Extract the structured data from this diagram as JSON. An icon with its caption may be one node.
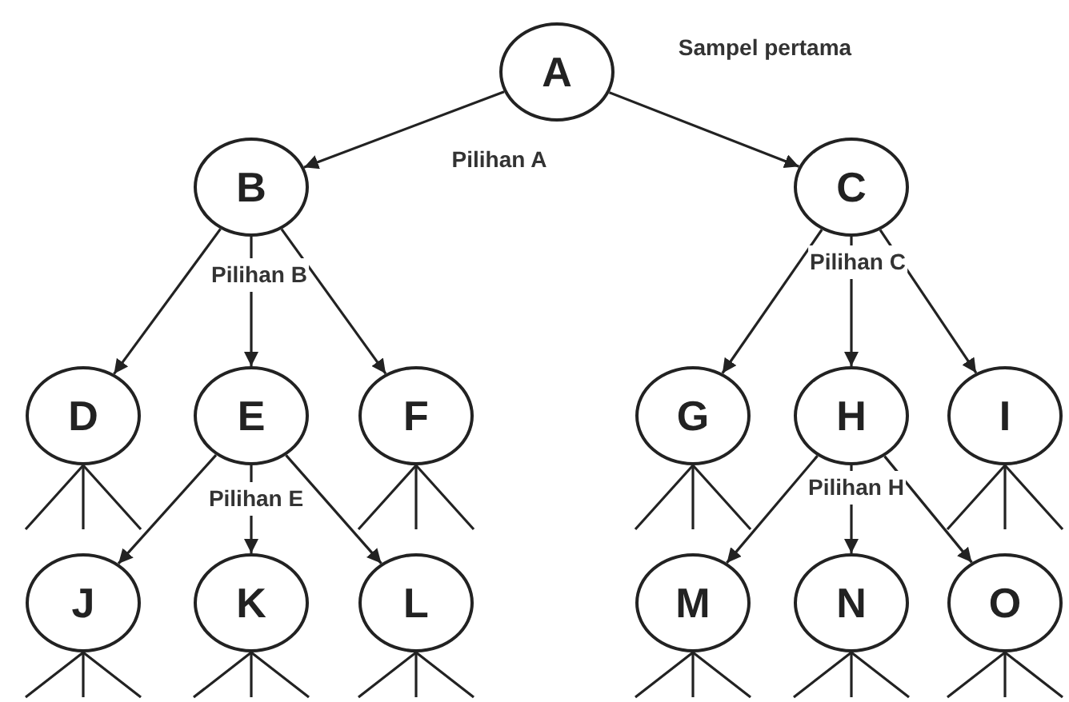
{
  "diagram": {
    "nodes": [
      {
        "text": [
          "A"
        ]
      },
      {
        "text": [
          "B"
        ]
      },
      {
        "text": [
          "C"
        ]
      },
      {
        "text": [
          "D"
        ]
      },
      {
        "text": [
          "E"
        ]
      },
      {
        "text": [
          "F"
        ]
      },
      {
        "text": [
          "G"
        ]
      },
      {
        "text": [
          "H"
        ]
      },
      {
        "text": [
          "I"
        ]
      },
      {
        "text": [
          "J"
        ]
      },
      {
        "text": [
          "K"
        ]
      },
      {
        "text": [
          "L"
        ]
      },
      {
        "text": [
          "M"
        ]
      },
      {
        "text": [
          "N"
        ]
      },
      {
        "text": [
          "O"
        ]
      }
    ],
    "edges": [
      {
        "from": 0,
        "to": 1,
        "arrow": "to"
      },
      {
        "from": 0,
        "to": 2,
        "arrow": "to"
      },
      {
        "from": 1,
        "to": 3,
        "arrow": "to"
      },
      {
        "from": 1,
        "to": 4,
        "arrow": "to"
      },
      {
        "from": 1,
        "to": 5,
        "arrow": "to"
      },
      {
        "from": 2,
        "to": 6,
        "arrow": "to"
      },
      {
        "from": 2,
        "to": 7,
        "arrow": "to"
      },
      {
        "from": 2,
        "to": 8,
        "arrow": "to"
      },
      {
        "from": 4,
        "to": 9,
        "arrow": "to"
      },
      {
        "from": 4,
        "to": 10,
        "arrow": "to"
      },
      {
        "from": 4,
        "to": 11,
        "arrow": "to"
      },
      {
        "from": 7,
        "to": 12,
        "arrow": "to"
      },
      {
        "from": 7,
        "to": 13,
        "arrow": "to"
      },
      {
        "from": 7,
        "to": 14,
        "arrow": "to"
      },
      {
        "from": 3,
        "to": null,
        "arrow": "none"
      },
      {
        "from": 3,
        "to": null,
        "arrow": "none"
      },
      {
        "from": 3,
        "to": null,
        "arrow": "none"
      },
      {
        "from": 5,
        "to": null,
        "arrow": "none"
      },
      {
        "from": 5,
        "to": null,
        "arrow": "none"
      },
      {
        "from": 5,
        "to": null,
        "arrow": "none"
      },
      {
        "from": 6,
        "to": null,
        "arrow": "none"
      },
      {
        "from": 6,
        "to": null,
        "arrow": "none"
      },
      {
        "from": 6,
        "to": null,
        "arrow": "none"
      },
      {
        "from": 8,
        "to": null,
        "arrow": "none"
      },
      {
        "from": 8,
        "to": null,
        "arrow": "none"
      },
      {
        "from": 8,
        "to": null,
        "arrow": "none"
      },
      {
        "from": 9,
        "to": null,
        "arrow": "none"
      },
      {
        "from": 9,
        "to": null,
        "arrow": "none"
      },
      {
        "from": 9,
        "to": null,
        "arrow": "none"
      },
      {
        "from": 10,
        "to": null,
        "arrow": "none"
      },
      {
        "from": 10,
        "to": null,
        "arrow": "none"
      },
      {
        "from": 10,
        "to": null,
        "arrow": "none"
      },
      {
        "from": 11,
        "to": null,
        "arrow": "none"
      },
      {
        "from": 11,
        "to": null,
        "arrow": "none"
      },
      {
        "from": 11,
        "to": null,
        "arrow": "none"
      },
      {
        "from": 12,
        "to": null,
        "arrow": "none"
      },
      {
        "from": 12,
        "to": null,
        "arrow": "none"
      },
      {
        "from": 12,
        "to": null,
        "arrow": "none"
      },
      {
        "from": 13,
        "to": null,
        "arrow": "none"
      },
      {
        "from": 13,
        "to": null,
        "arrow": "none"
      },
      {
        "from": 13,
        "to": null,
        "arrow": "none"
      },
      {
        "from": 14,
        "to": null,
        "arrow": "none"
      },
      {
        "from": 14,
        "to": null,
        "arrow": "none"
      },
      {
        "from": 14,
        "to": null,
        "arrow": "none"
      }
    ],
    "labels": [
      "Sampel pertama",
      "Pilihan A",
      "Pilihan B",
      "Pilihan C",
      "Pilihan E",
      "Pilihan H"
    ]
  }
}
